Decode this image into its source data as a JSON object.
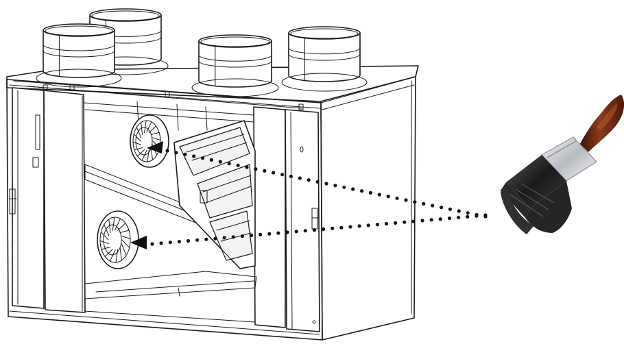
{
  "diagram": {
    "components": [
      {
        "id": "duct-spigot-1",
        "icon": "duct-collar-icon"
      },
      {
        "id": "duct-spigot-2",
        "icon": "duct-collar-icon"
      },
      {
        "id": "duct-spigot-3",
        "icon": "duct-collar-icon"
      },
      {
        "id": "duct-spigot-4",
        "icon": "duct-collar-icon"
      },
      {
        "id": "fan-upper",
        "icon": "fan-impeller-icon"
      },
      {
        "id": "fan-lower",
        "icon": "fan-impeller-icon"
      },
      {
        "id": "heat-exchanger-core",
        "icon": "heat-exchanger-icon"
      },
      {
        "id": "paint-brush",
        "icon": "paint-brush-icon"
      }
    ],
    "dotted_paths": [
      {
        "id": "path-to-upper-fan",
        "from": "paint-brush",
        "to": "fan-upper"
      },
      {
        "id": "path-to-lower-fan",
        "from": "paint-brush",
        "to": "fan-lower"
      }
    ],
    "colors": {
      "line": "#1a1a1a",
      "dots": "#111111",
      "brush_handle": "#7a2f14",
      "brush_ferrule": "#c9ccd0",
      "brush_bristles": "#1e1e1e"
    }
  }
}
